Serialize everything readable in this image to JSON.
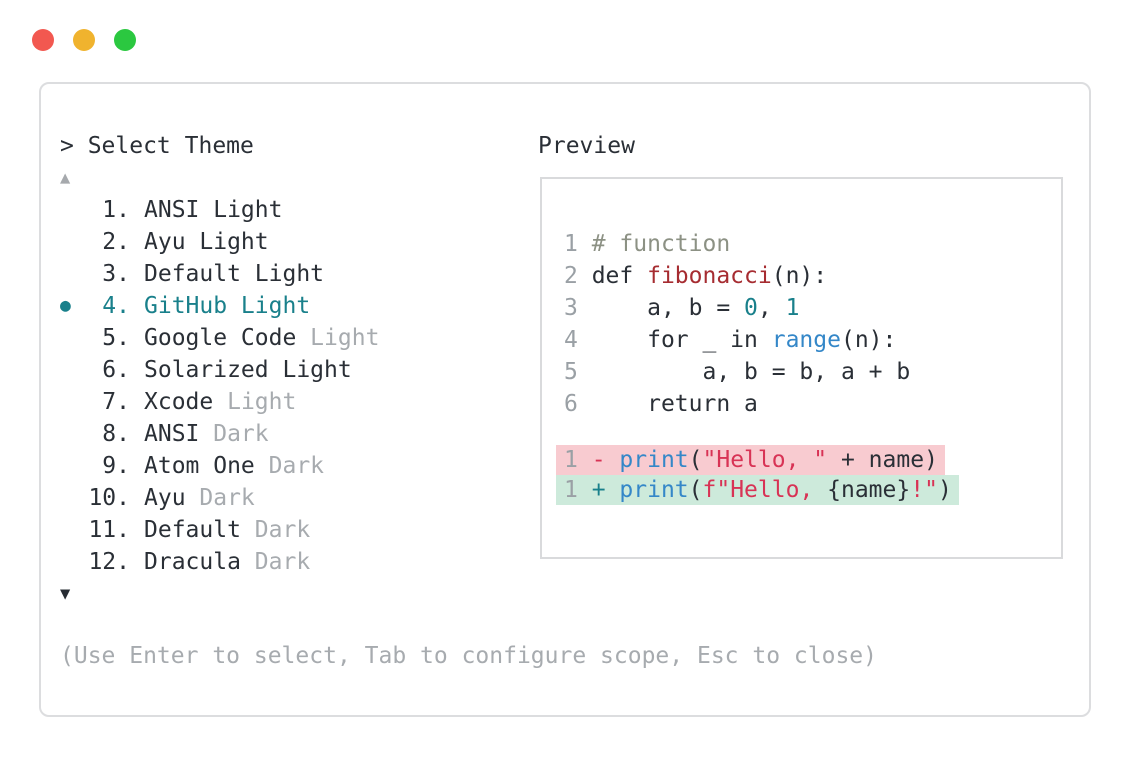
{
  "window": {
    "traffic_lights": [
      {
        "name": "close",
        "color": "#f25850"
      },
      {
        "name": "minimize",
        "color": "#f0b32e"
      },
      {
        "name": "zoom",
        "color": "#2bc840"
      }
    ]
  },
  "theme_picker": {
    "prompt": "> Select Theme",
    "scroll_up": "▲",
    "scroll_down": "▼",
    "selected_marker": "●",
    "items": [
      {
        "number": "1.",
        "name": "ANSI Light",
        "muted_suffix": "",
        "selected": false
      },
      {
        "number": "2.",
        "name": "Ayu Light",
        "muted_suffix": "",
        "selected": false
      },
      {
        "number": "3.",
        "name": "Default Light",
        "muted_suffix": "",
        "selected": false
      },
      {
        "number": "4.",
        "name": "GitHub Light",
        "muted_suffix": "",
        "selected": true
      },
      {
        "number": "5.",
        "name": "Google Code",
        "muted_suffix": " Light",
        "selected": false
      },
      {
        "number": "6.",
        "name": "Solarized Light",
        "muted_suffix": "",
        "selected": false
      },
      {
        "number": "7.",
        "name": "Xcode",
        "muted_suffix": " Light",
        "selected": false
      },
      {
        "number": "8.",
        "name": "ANSI",
        "muted_suffix": " Dark",
        "selected": false
      },
      {
        "number": "9.",
        "name": "Atom One",
        "muted_suffix": " Dark",
        "selected": false
      },
      {
        "number": "10.",
        "name": "Ayu",
        "muted_suffix": " Dark",
        "selected": false
      },
      {
        "number": "11.",
        "name": "Default",
        "muted_suffix": " Dark",
        "selected": false
      },
      {
        "number": "12.",
        "name": "Dracula",
        "muted_suffix": " Dark",
        "selected": false
      }
    ],
    "footer_hint": "(Use Enter to select, Tab to configure scope, Esc to close)"
  },
  "preview": {
    "title": "Preview",
    "code_lines": [
      [
        {
          "t": "1 ",
          "c": "ln"
        },
        {
          "t": "# function",
          "c": "cm"
        }
      ],
      [
        {
          "t": "2 ",
          "c": "ln"
        },
        {
          "t": "def ",
          "c": "pl"
        },
        {
          "t": "fibonacci",
          "c": "fn"
        },
        {
          "t": "(n):",
          "c": "pl"
        }
      ],
      [
        {
          "t": "3 ",
          "c": "ln"
        },
        {
          "t": "    a, b = ",
          "c": "pl"
        },
        {
          "t": "0",
          "c": "num"
        },
        {
          "t": ", ",
          "c": "pl"
        },
        {
          "t": "1",
          "c": "num"
        }
      ],
      [
        {
          "t": "4 ",
          "c": "ln"
        },
        {
          "t": "    for _ in ",
          "c": "pl"
        },
        {
          "t": "range",
          "c": "call"
        },
        {
          "t": "(n):",
          "c": "pl"
        }
      ],
      [
        {
          "t": "5 ",
          "c": "ln"
        },
        {
          "t": "        a, b = b, a + b",
          "c": "pl"
        }
      ],
      [
        {
          "t": "6 ",
          "c": "ln"
        },
        {
          "t": "    return a",
          "c": "pl"
        }
      ]
    ],
    "diff_lines": [
      {
        "kind": "removed",
        "tokens": [
          {
            "t": "1 ",
            "c": "ln"
          },
          {
            "t": "- ",
            "c": "del"
          },
          {
            "t": "print",
            "c": "call"
          },
          {
            "t": "(",
            "c": "pl"
          },
          {
            "t": "\"Hello, \"",
            "c": "str"
          },
          {
            "t": " + name)",
            "c": "pl"
          }
        ]
      },
      {
        "kind": "added",
        "tokens": [
          {
            "t": "1 ",
            "c": "ln"
          },
          {
            "t": "+ ",
            "c": "add"
          },
          {
            "t": "print",
            "c": "call"
          },
          {
            "t": "(",
            "c": "pl"
          },
          {
            "t": "f\"Hello, ",
            "c": "str"
          },
          {
            "t": "{name}",
            "c": "pl"
          },
          {
            "t": "!\"",
            "c": "str"
          },
          {
            "t": ")",
            "c": "pl"
          }
        ]
      }
    ]
  },
  "colors": {
    "accent_teal": "#19808b",
    "text_dark": "#2a2f36",
    "text_muted": "#a7abaf",
    "line_number_gray": "#9aa0a5",
    "syntax_comment": "#8c9184",
    "syntax_function_red": "#a62c31",
    "syntax_call_blue": "#3487c8",
    "syntax_string_crimson": "#d83355",
    "diff_removed_bg": "#f8cbd0",
    "diff_added_bg": "#cdeadb",
    "traffic_red": "#f25850",
    "traffic_yellow": "#f0b32e",
    "traffic_green": "#2bc840"
  }
}
